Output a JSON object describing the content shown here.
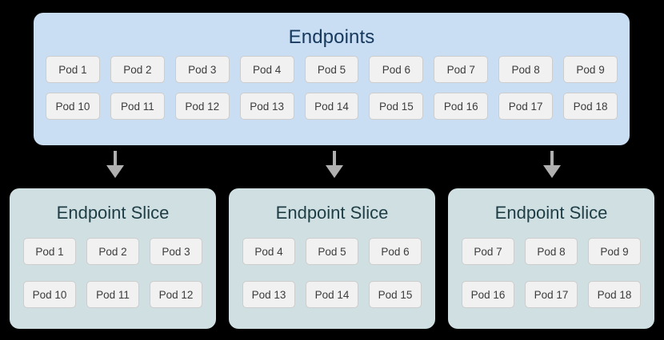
{
  "diagram": {
    "background_color": "#000000",
    "endpoints": {
      "title": "Endpoints",
      "panel_color": "#c9def2",
      "title_color": "#17395e",
      "rows": [
        [
          "Pod 1",
          "Pod 2",
          "Pod 3",
          "Pod 4",
          "Pod 5",
          "Pod 6",
          "Pod 7",
          "Pod 8",
          "Pod 9"
        ],
        [
          "Pod 10",
          "Pod 11",
          "Pod 12",
          "Pod 13",
          "Pod 14",
          "Pod 15",
          "Pod 16",
          "Pod 17",
          "Pod 18"
        ]
      ]
    },
    "arrows": [
      {
        "name": "arrow-to-slice-1"
      },
      {
        "name": "arrow-to-slice-2"
      },
      {
        "name": "arrow-to-slice-3"
      }
    ],
    "slices": [
      {
        "title": "Endpoint Slice",
        "panel_color": "#cfdfe2",
        "title_color": "#1e3d45",
        "rows": [
          [
            "Pod 1",
            "Pod 2",
            "Pod 3"
          ],
          [
            "Pod 10",
            "Pod 11",
            "Pod 12"
          ]
        ]
      },
      {
        "title": "Endpoint Slice",
        "panel_color": "#cfdfe2",
        "title_color": "#1e3d45",
        "rows": [
          [
            "Pod 4",
            "Pod 5",
            "Pod 6"
          ],
          [
            "Pod 13",
            "Pod 14",
            "Pod 15"
          ]
        ]
      },
      {
        "title": "Endpoint Slice",
        "panel_color": "#cfdfe2",
        "title_color": "#1e3d45",
        "rows": [
          [
            "Pod 7",
            "Pod 8",
            "Pod 9"
          ],
          [
            "Pod 16",
            "Pod 17",
            "Pod 18"
          ]
        ]
      }
    ],
    "chip_style": {
      "fill": "#f1f1f1",
      "border": "#cdcdcd",
      "text_color": "#3c3c3c"
    }
  }
}
